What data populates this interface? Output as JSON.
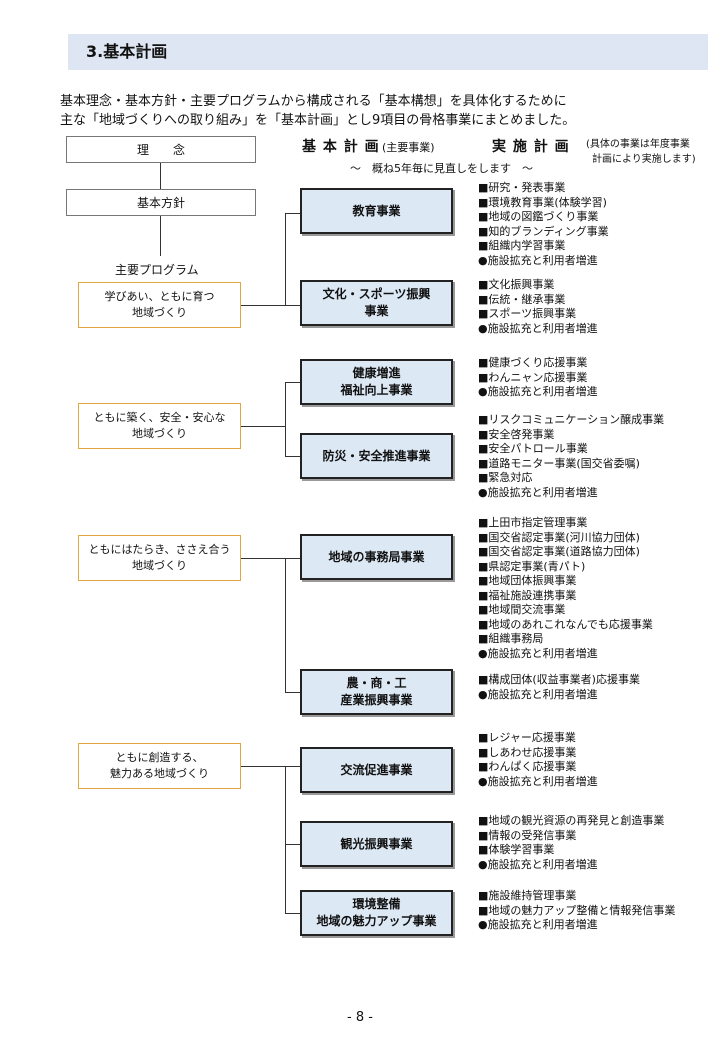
{
  "section": {
    "title": "3.基本計画"
  },
  "intro": {
    "line1": "基本理念・基本方針・主要プログラムから構成される「基本構想」を具体化するために",
    "line2": "主な「地域づくりへの取り組み」を「基本計画」とし9項目の骨格事業にまとめました。"
  },
  "header": {
    "plan_title": "基 本 計 画",
    "plan_sub": "(主要事業)",
    "impl_title": "実 施 計 画",
    "impl_note1": "(具体の事業は年度事業",
    "impl_note2": "計画により実施します)",
    "review": "～　概ね5年毎に見直しをします　～"
  },
  "left": {
    "rinen": "理　　念",
    "houshin": "基本方針",
    "program_label": "主要プログラム"
  },
  "programs": [
    {
      "line1": "学びあい、ともに育つ",
      "line2": "地域づくり"
    },
    {
      "line1": "ともに築く、安全・安心な",
      "line2": "地域づくり"
    },
    {
      "line1": "ともにはたらき、ささえ合う",
      "line2": "地域づくり"
    },
    {
      "line1": "ともに創造する、",
      "line2": "魅力ある地域づくり"
    }
  ],
  "businesses": [
    {
      "line1": "教育事業",
      "line2": "",
      "items": [
        "■研究・発表事業",
        "■環境教育事業(体験学習)",
        "■地域の図鑑づくり事業",
        "■知的ブランディング事業",
        "■組織内学習事業",
        "●施設拡充と利用者増進"
      ]
    },
    {
      "line1": "文化・スポーツ振興",
      "line2": "事業",
      "items": [
        "■文化振興事業",
        "■伝統・継承事業",
        "■スポーツ振興事業",
        "●施設拡充と利用者増進"
      ]
    },
    {
      "line1": "健康増進",
      "line2": "福祉向上事業",
      "items": [
        "■健康づくり応援事業",
        "■わんニャン応援事業",
        "●施設拡充と利用者増進"
      ]
    },
    {
      "line1": "防災・安全推進事業",
      "line2": "",
      "items": [
        "■リスクコミュニケーション醸成事業",
        "■安全啓発事業",
        "■安全パトロール事業",
        "■道路モニター事業(国交省委嘱)",
        "■緊急対応",
        "●施設拡充と利用者増進"
      ]
    },
    {
      "line1": "地域の事務局事業",
      "line2": "",
      "items": [
        "■上田市指定管理事業",
        "■国交省認定事業(河川協力団体)",
        "■国交省認定事業(道路協力団体)",
        "■県認定事業(青パト)",
        "■地域団体振興事業",
        "■福祉施設連携事業",
        "■地域間交流事業",
        "■地域のあれこれなんでも応援事業",
        "■組織事務局",
        "●施設拡充と利用者増進"
      ]
    },
    {
      "line1": "農・商・工",
      "line2": "産業振興事業",
      "items": [
        "■構成団体(収益事業者)応援事業",
        "●施設拡充と利用者増進"
      ]
    },
    {
      "line1": "交流促進事業",
      "line2": "",
      "items": [
        "■レジャー応援事業",
        "■しあわせ応援事業",
        "■わんぱく応援事業",
        "●施設拡充と利用者増進"
      ]
    },
    {
      "line1": "観光振興事業",
      "line2": "",
      "items": [
        "■地域の観光資源の再発見と創造事業",
        "■情報の受発信事業",
        "■体験学習事業",
        "●施設拡充と利用者増進"
      ]
    },
    {
      "line1": "環境整備",
      "line2": "地域の魅力アップ事業",
      "items": [
        "■施設維持管理事業",
        "■地域の魅力アップ整備と情報発信事業",
        "●施設拡充と利用者増進"
      ]
    }
  ],
  "footer": {
    "page": "- 8 -"
  }
}
